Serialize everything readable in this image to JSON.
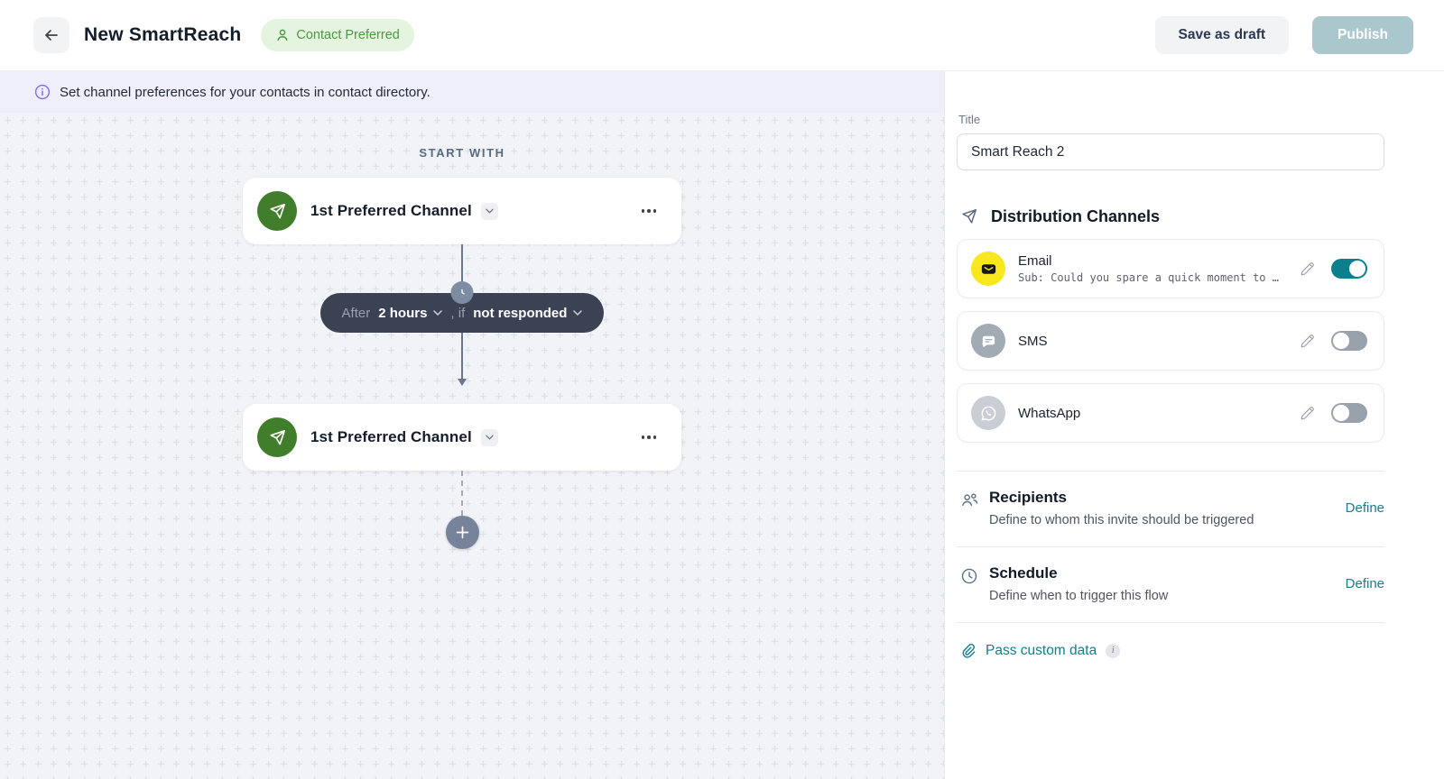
{
  "header": {
    "title": "New SmartReach",
    "badge_label": "Contact Preferred",
    "save_draft_label": "Save as draft",
    "publish_label": "Publish"
  },
  "banner": {
    "text": "Set channel preferences for your contacts in contact directory."
  },
  "flow": {
    "start_label": "START WITH",
    "nodes": [
      {
        "label": "1st Preferred Channel"
      },
      {
        "label": "1st Preferred Channel"
      }
    ],
    "condition": {
      "prefix": "After",
      "delay": "2 hours",
      "joiner": ", if",
      "state": "not responded"
    }
  },
  "panel": {
    "title_label": "Title",
    "title_value": "Smart Reach 2",
    "channels_heading": "Distribution Channels",
    "channels": [
      {
        "name": "Email",
        "subtitle": "Sub: Could you spare a quick moment to …",
        "enabled": true
      },
      {
        "name": "SMS",
        "enabled": false
      },
      {
        "name": "WhatsApp",
        "enabled": false
      }
    ],
    "sections": [
      {
        "title": "Recipients",
        "subtitle": "Define to whom this invite should be triggered",
        "action": "Define"
      },
      {
        "title": "Schedule",
        "subtitle": "Define when to trigger this flow",
        "action": "Define"
      }
    ],
    "custom_data_label": "Pass custom data"
  },
  "colors": {
    "accent_teal": "#0c7f8c",
    "node_green": "#417e2b",
    "badge_green_bg": "#e5f4de",
    "badge_green_text": "#4c9845",
    "banner_bg": "#efeffb",
    "banner_icon_purple": "#7b6cf0",
    "pill_bg": "#3b4254",
    "canvas_bg": "#f1f3f6",
    "email_yellow": "#f8e71c",
    "publish_disabled_bg": "#aac7cd"
  }
}
